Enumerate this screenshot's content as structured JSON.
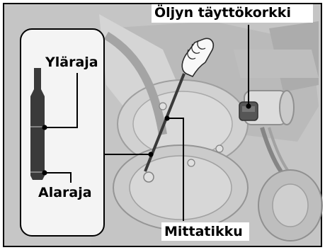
{
  "labels": {
    "filler_cap": "Öljyn täyttökorkki",
    "upper_limit": "Yläraja",
    "lower_limit": "Alaraja",
    "dipstick": "Mittatikku"
  },
  "colors": {
    "photo_background": "#c9c9c9",
    "inset_background": "#f4f4f4",
    "dipstick_fill": "#3a3a3a",
    "leader_line": "#000000"
  }
}
